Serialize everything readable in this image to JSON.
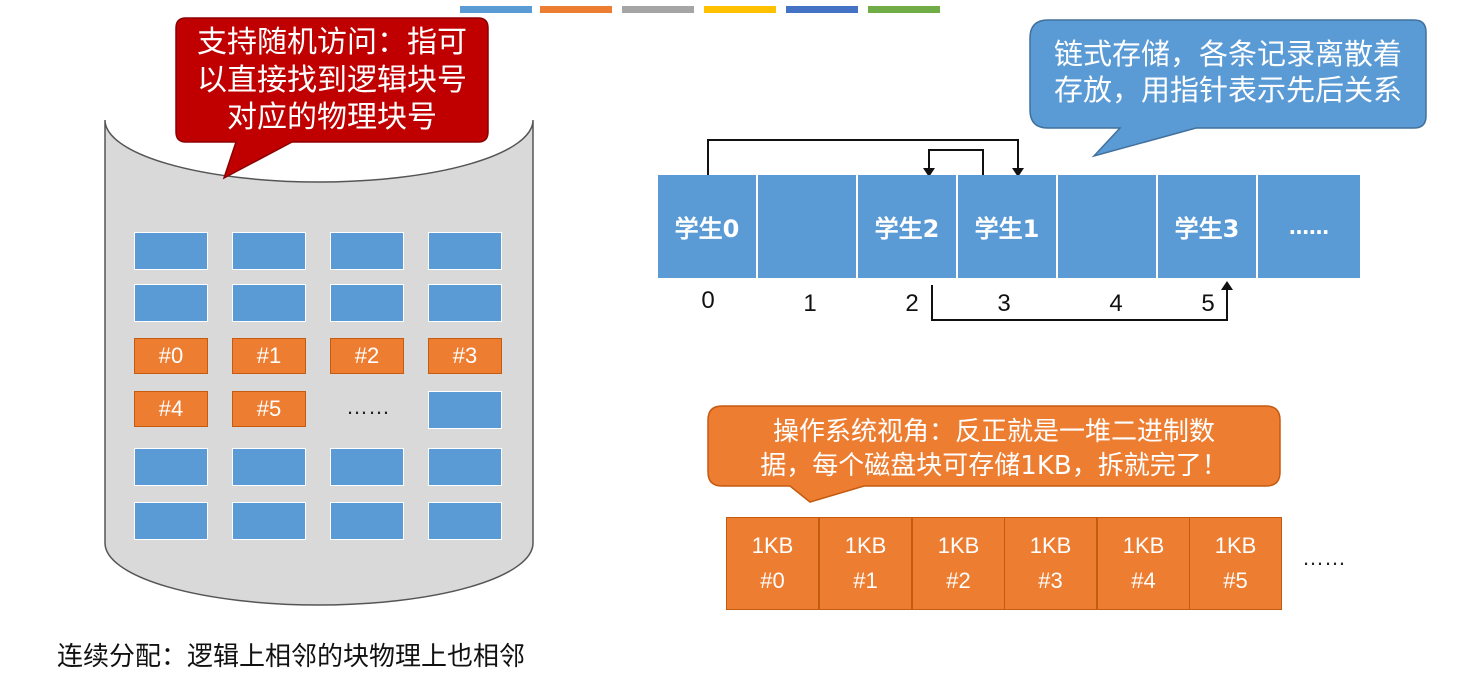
{
  "colors": {
    "blue": "#5b9bd5",
    "orange": "#ed7d31",
    "red_bubble": "#c00000",
    "cylinder_fill": "#d9d9d9",
    "top_bar": [
      "#5b9bd5",
      "#ed7d31",
      "#a5a5a5",
      "#ffc000",
      "#4472c4",
      "#70ad47"
    ]
  },
  "random_access_callout": {
    "lines": [
      "支持随机访问：指可",
      "以直接找到逻辑块号",
      "对应的物理块号"
    ]
  },
  "disk_grid": {
    "labels": [
      "#0",
      "#1",
      "#2",
      "#3",
      "#4",
      "#5"
    ],
    "ellipsis": "……"
  },
  "linked_storage_callout": {
    "lines": [
      "链式存储，各条记录离散着",
      "存放，用指针表示先后关系"
    ]
  },
  "memory_row": {
    "cells": [
      "学生0",
      "",
      "学生2",
      "学生1",
      "",
      "学生3",
      "……"
    ],
    "indices": [
      "0",
      "1",
      "2",
      "3",
      "4",
      "5"
    ]
  },
  "os_view_callout": {
    "lines": [
      "操作系统视角：反正就是一堆二进制数",
      "据，每个磁盘块可存储1KB，拆就完了！"
    ]
  },
  "disk_blocks": {
    "blocks": [
      {
        "size": "1KB",
        "id": "#0"
      },
      {
        "size": "1KB",
        "id": "#1"
      },
      {
        "size": "1KB",
        "id": "#2"
      },
      {
        "size": "1KB",
        "id": "#3"
      },
      {
        "size": "1KB",
        "id": "#4"
      },
      {
        "size": "1KB",
        "id": "#5"
      }
    ],
    "ellipsis": "……"
  },
  "caption": "连续分配：逻辑上相邻的块物理上也相邻"
}
